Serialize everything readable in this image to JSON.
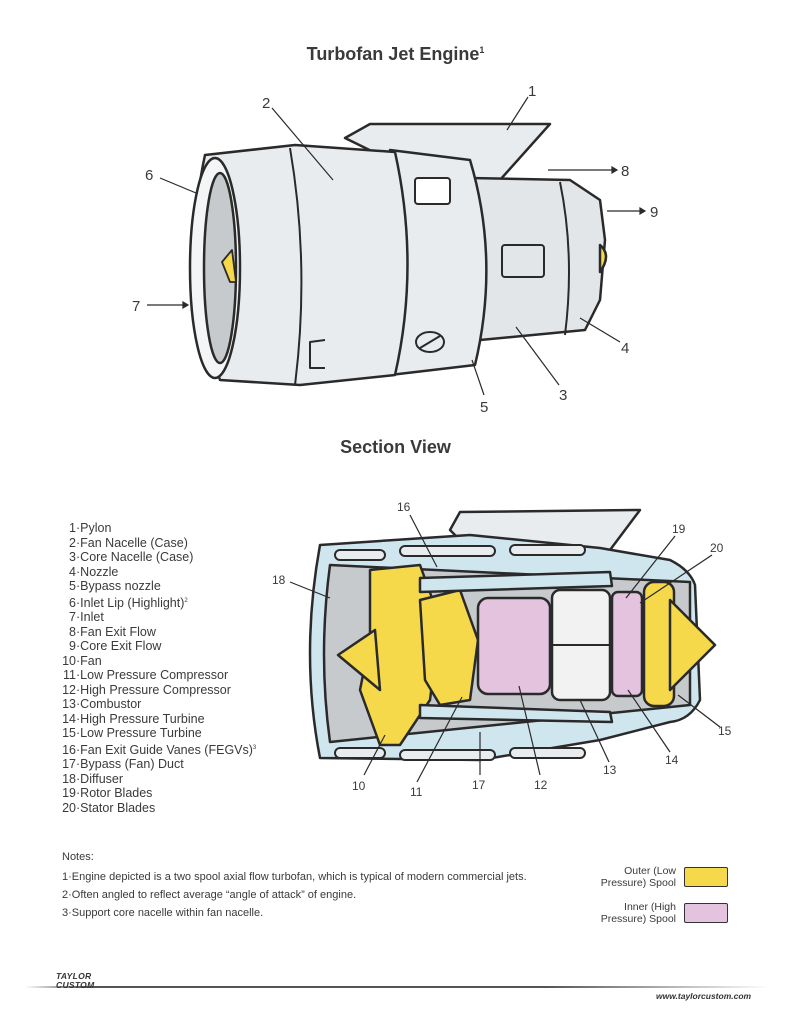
{
  "titles": {
    "main": "Turbofan Jet Engine",
    "main_note_ref": "1",
    "section": "Section View"
  },
  "exterior_callouts": [
    "1",
    "2",
    "3",
    "4",
    "5",
    "6",
    "7",
    "8",
    "9"
  ],
  "section_callouts": [
    "10",
    "11",
    "12",
    "13",
    "14",
    "15",
    "16",
    "17",
    "18",
    "19",
    "20"
  ],
  "legend": [
    {
      "num": "1",
      "label": "Pylon"
    },
    {
      "num": "2",
      "label": "Fan Nacelle (Case)"
    },
    {
      "num": "3",
      "label": "Core Nacelle (Case)"
    },
    {
      "num": "4",
      "label": "Nozzle"
    },
    {
      "num": "5",
      "label": "Bypass nozzle"
    },
    {
      "num": "6",
      "label": "Inlet Lip (Highlight)",
      "note": "2"
    },
    {
      "num": "7",
      "label": "Inlet"
    },
    {
      "num": "8",
      "label": "Fan Exit Flow"
    },
    {
      "num": "9",
      "label": "Core Exit Flow"
    },
    {
      "num": "10",
      "label": "Fan"
    },
    {
      "num": "11",
      "label": "Low Pressure Compressor"
    },
    {
      "num": "12",
      "label": "High Pressure Compressor"
    },
    {
      "num": "13",
      "label": "Combustor"
    },
    {
      "num": "14",
      "label": "High Pressure Turbine"
    },
    {
      "num": "15",
      "label": "Low Pressure Turbine"
    },
    {
      "num": "16",
      "label": "Fan Exit Guide Vanes (FEGVs)",
      "note": "3"
    },
    {
      "num": "17",
      "label": "Bypass (Fan) Duct"
    },
    {
      "num": "18",
      "label": "Diffuser"
    },
    {
      "num": "19",
      "label": "Rotor Blades"
    },
    {
      "num": "20",
      "label": "Stator Blades"
    }
  ],
  "notes": {
    "heading": "Notes:",
    "items": [
      "1·Engine depicted is a two spool axial flow turbofan, which is typical of modern commercial jets.",
      "2·Often angled to reflect average “angle of attack” of engine.",
      "3·Support core nacelle within fan nacelle."
    ]
  },
  "color_key": [
    {
      "line1": "Outer (Low",
      "line2": "Pressure) Spool",
      "color": "#f5d94a"
    },
    {
      "line1": "Inner (High",
      "line2": "Pressure) Spool",
      "color": "#e3c3dd"
    }
  ],
  "colors": {
    "outline": "#2a2a2a",
    "nacelle": "#e9ecef",
    "shade": "#c7cacd",
    "duct_blue": "#cfe6ef",
    "low_spool_yellow": "#f5d94a",
    "high_spool_pink": "#e3c3dd",
    "combustor_white": "#f2f2f2"
  },
  "footer": {
    "logo_line1": "TAYLOR",
    "logo_line2": "CUSTOM",
    "url": "www.taylorcustom.com"
  }
}
